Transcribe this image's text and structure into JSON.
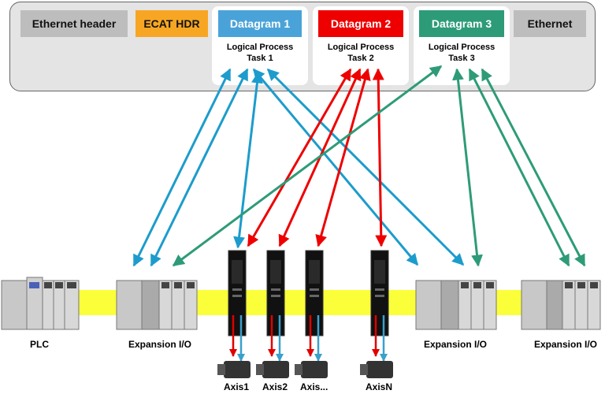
{
  "frame": {
    "ethernet_header": "Ethernet header",
    "ecat_hdr": "ECAT HDR",
    "ethernet_trailer": "Ethernet",
    "datagrams": [
      {
        "label": "Datagram 1",
        "task_line1": "Logical Process",
        "task_line2": "Task 1",
        "color": "#4aa3d8"
      },
      {
        "label": "Datagram 2",
        "task_line1": "Logical Process",
        "task_line2": "Task 2",
        "color": "#ee0000"
      },
      {
        "label": "Datagram 3",
        "task_line1": "Logical Process",
        "task_line2": "Task 3",
        "color": "#2e9b78"
      }
    ],
    "ecat_color": "#f7a623"
  },
  "devices": {
    "plc_label": "PLC",
    "expansion_label": "Expansion I/O",
    "axes": [
      "Axis1",
      "Axis2",
      "Axis...",
      "AxisN"
    ]
  },
  "colors": {
    "cable": "#fbff3a",
    "arrow_blue": "#1c9ccc",
    "arrow_red": "#ee0000",
    "arrow_green": "#2e9b78"
  }
}
